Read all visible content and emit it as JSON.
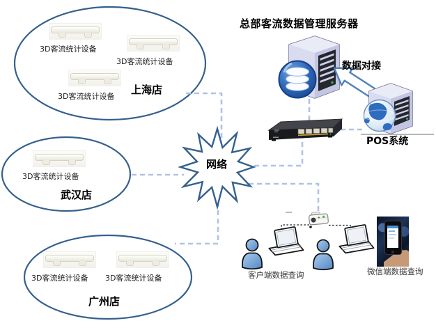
{
  "hq": {
    "title": "总部客流数据管理服务器",
    "data_link_label": "数据对接",
    "pos_label": "POS系统"
  },
  "network_hub": {
    "label": "网络"
  },
  "stores": [
    {
      "name": "上海店",
      "devices": [
        "3D客流统计设备",
        "3D客流统计设备",
        "3D客流统计设备"
      ]
    },
    {
      "name": "武汉店",
      "devices": [
        "3D客流统计设备"
      ]
    },
    {
      "name": "广州店",
      "devices": [
        "3D客流统计设备",
        "3D客流统计设备"
      ]
    }
  ],
  "clients": {
    "desktop_label": "客户端数据查询",
    "wechat_label": "微信端数据查询"
  },
  "colors": {
    "store_ellipse_stroke": "#35608D",
    "network_burst_stroke": "#35608D",
    "link_dash": "#AFC3E6",
    "arrow_stroke": "#4F81BD",
    "dotted_link": "#232323",
    "person_blue": "#5487C2",
    "led_green": "#39B54A"
  }
}
